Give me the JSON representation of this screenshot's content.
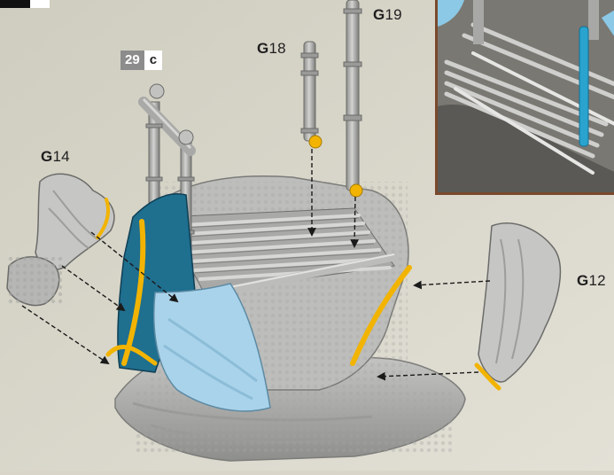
{
  "step": {
    "number": "29",
    "letter": "c"
  },
  "parts": {
    "g14": {
      "letter": "G",
      "number": "14"
    },
    "g18": {
      "letter": "G",
      "number": "18"
    },
    "g19": {
      "letter": "G",
      "number": "19"
    },
    "g12": {
      "letter": "G",
      "number": "12"
    }
  },
  "colors": {
    "background": "#d9d6c9",
    "grey_part": "#b8b8b6",
    "teal_part": "#1f6f8f",
    "light_blue_part": "#a9d3ea",
    "glue_highlight": "#f2b400",
    "inset_border": "#7a4a2c"
  }
}
